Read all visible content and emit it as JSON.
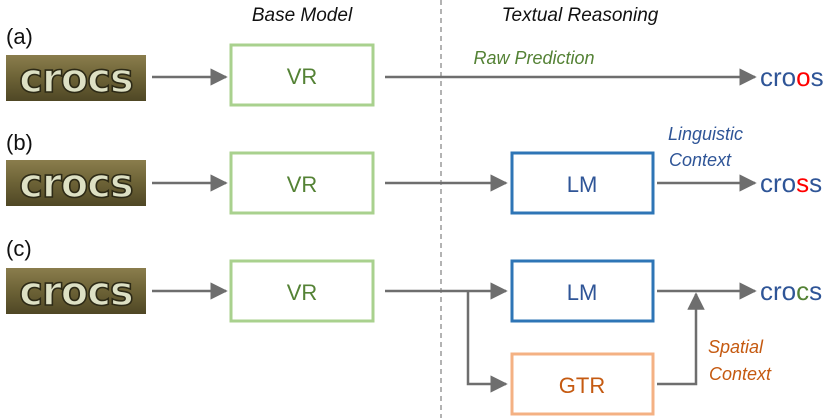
{
  "header": {
    "left": "Base Model",
    "right": "Textual Reasoning"
  },
  "colors": {
    "vr": "#a9d18e",
    "vr_text": "#548235",
    "lm": "#2e75b6",
    "lm_text": "#2f5597",
    "gtr": "#f4b183",
    "gtr_text": "#c55a11",
    "wrong": "#ff0000",
    "right": "#548235",
    "arrow": "#6e6e6e"
  },
  "rows": [
    {
      "label": "(a)",
      "image_word": "crocs",
      "vr_label": "VR",
      "note": "Raw Prediction",
      "output": {
        "prefix": "cro",
        "highlight": "o",
        "suffix": "s",
        "status": "wrong"
      }
    },
    {
      "label": "(b)",
      "image_word": "crocs",
      "vr_label": "VR",
      "lm_label": "LM",
      "note_lines": [
        "Linguistic",
        "Context"
      ],
      "output": {
        "prefix": "cro",
        "highlight": "s",
        "suffix": "s",
        "status": "wrong"
      }
    },
    {
      "label": "(c)",
      "image_word": "crocs",
      "vr_label": "VR",
      "lm_label": "LM",
      "gtr_label": "GTR",
      "note_lines": [
        "Spatial",
        "Context"
      ],
      "output": {
        "prefix": "cro",
        "highlight": "c",
        "suffix": "s",
        "status": "right"
      }
    }
  ]
}
